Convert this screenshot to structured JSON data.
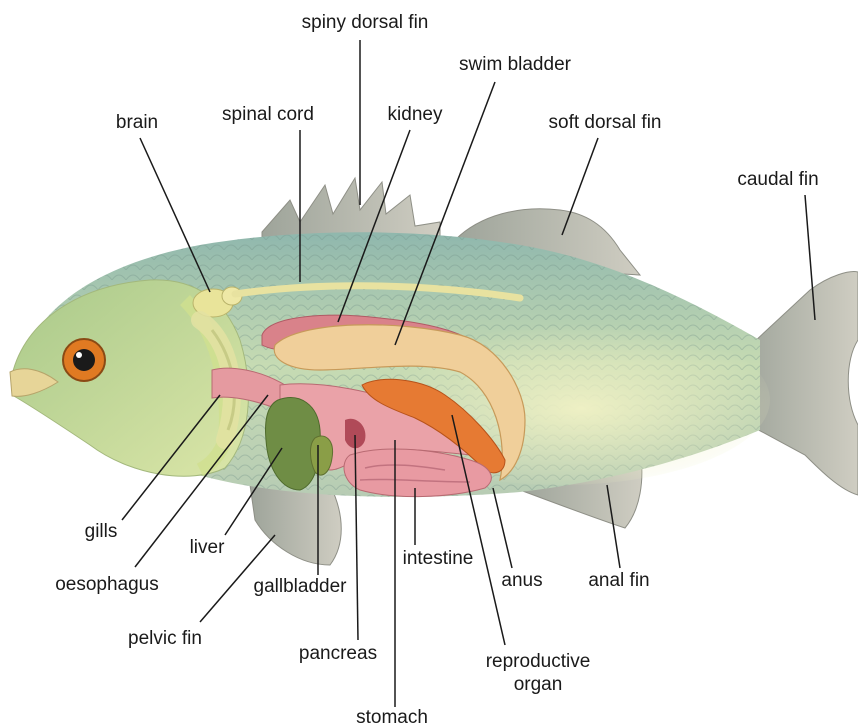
{
  "labels": {
    "spiny_dorsal_fin": "spiny dorsal fin",
    "swim_bladder": "swim bladder",
    "brain": "brain",
    "spinal_cord": "spinal cord",
    "kidney": "kidney",
    "soft_dorsal_fin": "soft dorsal fin",
    "caudal_fin": "caudal fin",
    "gills": "gills",
    "liver": "liver",
    "oesophagus": "oesophagus",
    "gall_bladder": "gallbladder",
    "intestine": "intestine",
    "anus": "anus",
    "anal_fin": "anal fin",
    "pelvic_fin": "pelvic fin",
    "pancreas": "pancreas",
    "reproductive_organ_line1": "reproductive",
    "reproductive_organ_line2": "organ",
    "stomach": "stomach"
  },
  "colors": {
    "body_top": "#8fb7ad",
    "body_mid": "#c9dcb0",
    "body_belly": "#dfe8c4",
    "head": "#c4d98f",
    "fin": "#b9b7aa",
    "spinal_cord": "#e8e2a0",
    "swim_bladder": "#f0cf9a",
    "kidney": "#d9828a",
    "stomach": "#eaa2a8",
    "pancreas": "#e67a33",
    "liver": "#6f8d45",
    "eye": "#e07a22"
  }
}
